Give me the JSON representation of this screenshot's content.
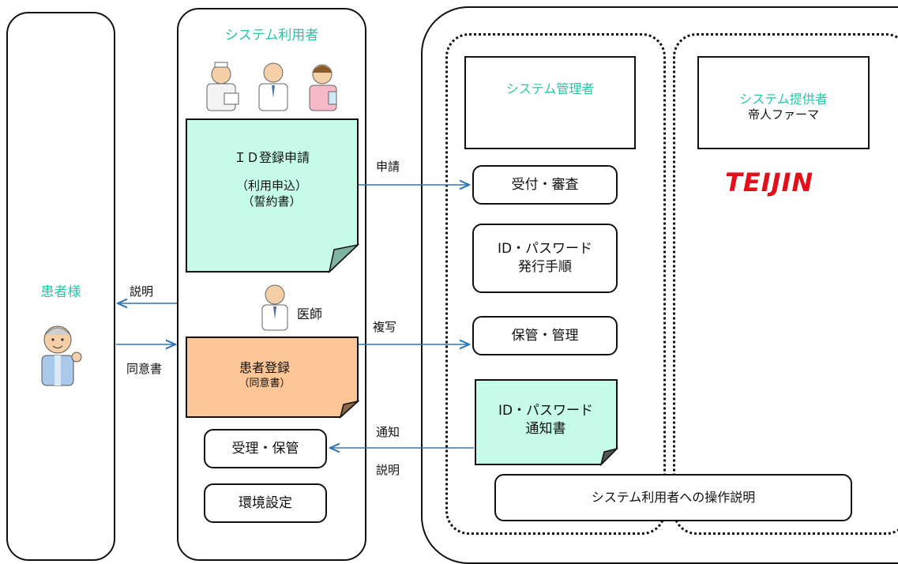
{
  "patient": {
    "title": "患者様"
  },
  "user": {
    "title": "システム利用者",
    "doctor_label": "医師"
  },
  "note_id": {
    "title": "ＩＤ登録申請",
    "line1": "（利用申込）",
    "line2": "（誓約書）"
  },
  "note_patient": {
    "title": "患者登録",
    "sub": "（同意書）"
  },
  "user_boxes": {
    "receipt": "受理・保管",
    "env": "環境設定"
  },
  "arrows": {
    "explain": "説明",
    "consent": "同意書",
    "apply": "申請",
    "copy": "複写",
    "notify": "通知",
    "explain2": "説明"
  },
  "admin": {
    "title": "システム管理者",
    "step1": "受付・審査",
    "step2_line1": "ID・パスワード",
    "step2_line2": "発行手順",
    "step3": "保管・管理",
    "note_line1": "ID・パスワード",
    "note_line2": "通知書"
  },
  "provider": {
    "title": "システム提供者",
    "company": "帝人ファーマ",
    "logo": "TEIJIN"
  },
  "bottom": {
    "explanation": "システム利用者への操作説明"
  },
  "colors": {
    "teal_text": "#26c6a6",
    "note_mint": "#c5fbe8",
    "note_orange": "#fdc696",
    "arrow": "#2e75b6"
  }
}
